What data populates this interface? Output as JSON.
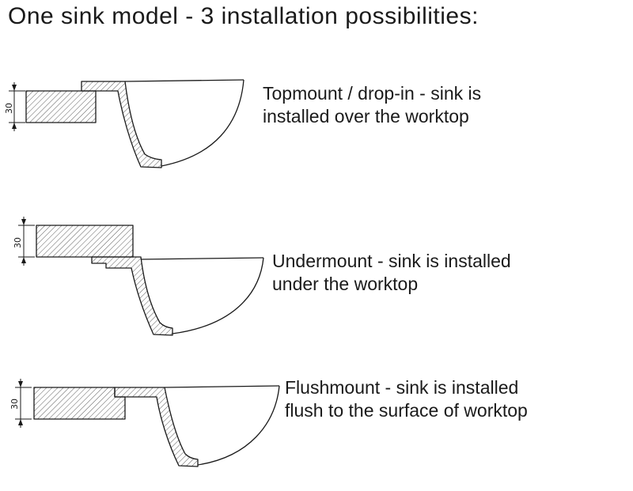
{
  "title": "One sink model - 3 installation possibilities:",
  "rows": [
    {
      "dimension": "30",
      "line1": "Topmount / drop-in - sink is",
      "line2": "installed over the worktop"
    },
    {
      "dimension": "30",
      "line1": "Undermount - sink is installed",
      "line2": "under the worktop"
    },
    {
      "dimension": "30",
      "line1": "Flushmount - sink is installed",
      "line2": "flush to the surface of worktop"
    }
  ],
  "colors": {
    "line": "#1a1a1a",
    "background": "#ffffff"
  }
}
